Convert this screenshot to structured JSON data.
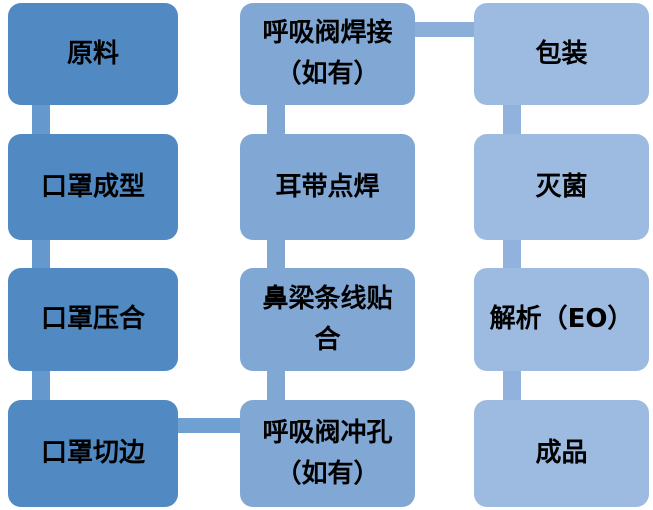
{
  "diagram": {
    "type": "flowchart",
    "columns": [
      {
        "boxes": [
          {
            "label": "原料"
          },
          {
            "label": "口罩成型"
          },
          {
            "label": "口罩压合"
          },
          {
            "label": "口罩切边"
          }
        ]
      },
      {
        "boxes": [
          {
            "label": "呼吸阀焊接\n（如有）"
          },
          {
            "label": "耳带点焊"
          },
          {
            "label": "鼻梁条线贴\n合"
          },
          {
            "label": "呼吸阀冲孔\n（如有）"
          }
        ]
      },
      {
        "boxes": [
          {
            "label": "包装"
          },
          {
            "label": "灭菌"
          },
          {
            "label": "解析（EO）"
          },
          {
            "label": "成品"
          }
        ]
      }
    ],
    "flow_order": [
      "原料",
      "口罩成型",
      "口罩压合",
      "口罩切边",
      "呼吸阀冲孔（如有）",
      "鼻梁条线贴合",
      "耳带点焊",
      "呼吸阀焊接（如有）",
      "包装",
      "灭菌",
      "解析（EO）",
      "成品"
    ]
  },
  "colors": {
    "c1box": "#5189C3",
    "c1conn": "#6598CC",
    "c2box": "#81A8D5",
    "c2conn": "#81A8D5",
    "c3box": "#9DBBE0",
    "c3conn": "#90B2DC",
    "h1conn": "#8CAFDA",
    "h2conn": "#6FA0D2",
    "text": "#000000",
    "background": "#FFFFFF"
  }
}
